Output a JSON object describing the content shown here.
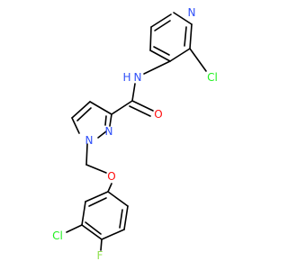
{
  "molecule": {
    "atoms": {
      "n_pyr": {
        "label": "N",
        "color": "#3050F8"
      },
      "cl_top": {
        "label": "Cl",
        "color": "#1FF01F"
      },
      "n_h": {
        "label": "N",
        "color": "#3050F8"
      },
      "h_n": {
        "label": "H",
        "color": "#3050F8"
      },
      "o_co": {
        "label": "O",
        "color": "#FF0D0D"
      },
      "n_2": {
        "label": "N",
        "color": "#3050F8"
      },
      "n_1": {
        "label": "N",
        "color": "#3050F8"
      },
      "o_eth": {
        "label": "O",
        "color": "#FF0D0D"
      },
      "cl_bot": {
        "label": "Cl",
        "color": "#1FF01F"
      },
      "f": {
        "label": "F",
        "color": "#90E050"
      }
    }
  }
}
